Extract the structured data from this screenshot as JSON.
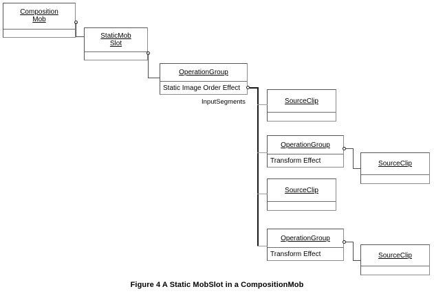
{
  "figure": {
    "caption": "Figure 4 A Static MobSlot in a CompositionMob"
  },
  "nodes": {
    "composition_mob": {
      "name": "Composition\nMob",
      "attribute": ""
    },
    "static_mob_slot": {
      "name": "StaticMob\nSlot",
      "attribute": ""
    },
    "operation_group_root": {
      "name": "OperationGroup",
      "attribute": "Static Image Order Effect"
    },
    "source_clip_1": {
      "name": "SourceClip",
      "attribute": ""
    },
    "operation_group_2": {
      "name": "OperationGroup",
      "attribute": "Transform Effect"
    },
    "source_clip_2": {
      "name": "SourceClip",
      "attribute": ""
    },
    "source_clip_3": {
      "name": "SourceClip",
      "attribute": ""
    },
    "operation_group_3": {
      "name": "OperationGroup",
      "attribute": "Transform Effect"
    },
    "source_clip_4": {
      "name": "SourceClip",
      "attribute": ""
    }
  },
  "edges": {
    "input_segments_label": "InputSegments"
  },
  "colors": {
    "background": "#ffffff",
    "box_border": "#555555",
    "box_border_light": "#8a8a8a",
    "connector": "#4a4a4a",
    "connector_trunk": "#1a1a1a",
    "text": "#000000"
  }
}
